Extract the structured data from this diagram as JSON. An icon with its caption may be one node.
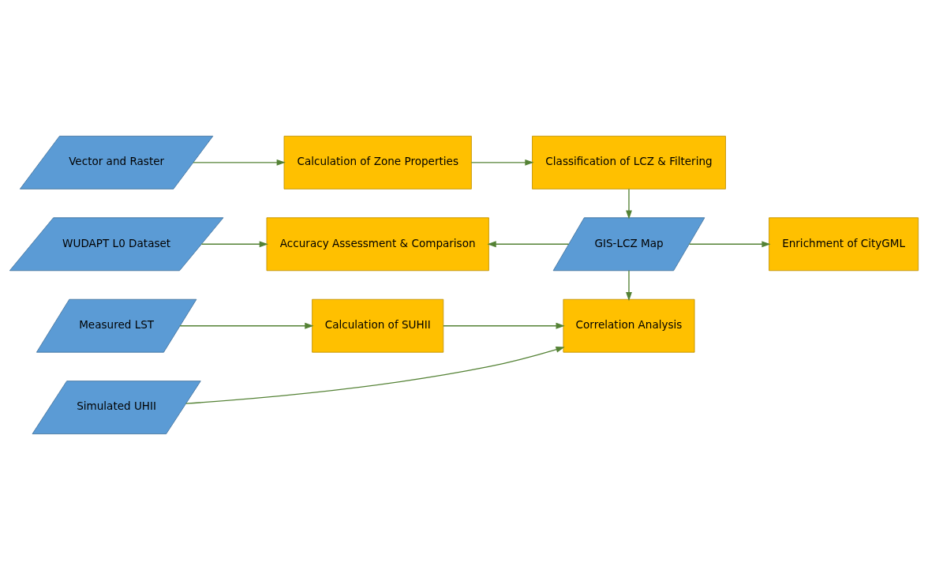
{
  "diagram": {
    "nodes": [
      {
        "text": [
          "Vector and Raster"
        ]
      },
      {
        "text": [
          "Calculation of Zone Properties"
        ]
      },
      {
        "text": [
          "Classification of LCZ & Filtering"
        ]
      },
      {
        "text": [
          "Enrichment of CityGML"
        ]
      },
      {
        "text": [
          "WUDAPT L0 Dataset"
        ]
      },
      {
        "text": [
          "Accuracy Assessment & Comparison"
        ]
      },
      {
        "text": [
          "GIS-LCZ Map"
        ]
      },
      {
        "text": [
          "Measured LST"
        ]
      },
      {
        "text": [
          "Calculation of SUHII"
        ]
      },
      {
        "text": [
          "Correlation Analysis"
        ]
      },
      {
        "text": [
          "Simulated UHII"
        ]
      }
    ],
    "edges": [
      {
        "from": 0,
        "to": 1,
        "arrow": "to"
      },
      {
        "from": 1,
        "to": 2,
        "arrow": "to"
      },
      {
        "from": 2,
        "to": 6,
        "arrow": "to"
      },
      {
        "from": 6,
        "to": 3,
        "arrow": "to"
      },
      {
        "from": 6,
        "to": 5,
        "arrow": "to"
      },
      {
        "from": 4,
        "to": 5,
        "arrow": "to"
      },
      {
        "from": 6,
        "to": 9,
        "arrow": "to"
      },
      {
        "from": 7,
        "to": 8,
        "arrow": "to"
      },
      {
        "from": 8,
        "to": 9,
        "arrow": "to"
      },
      {
        "from": 10,
        "to": 9,
        "arrow": "to"
      }
    ]
  }
}
